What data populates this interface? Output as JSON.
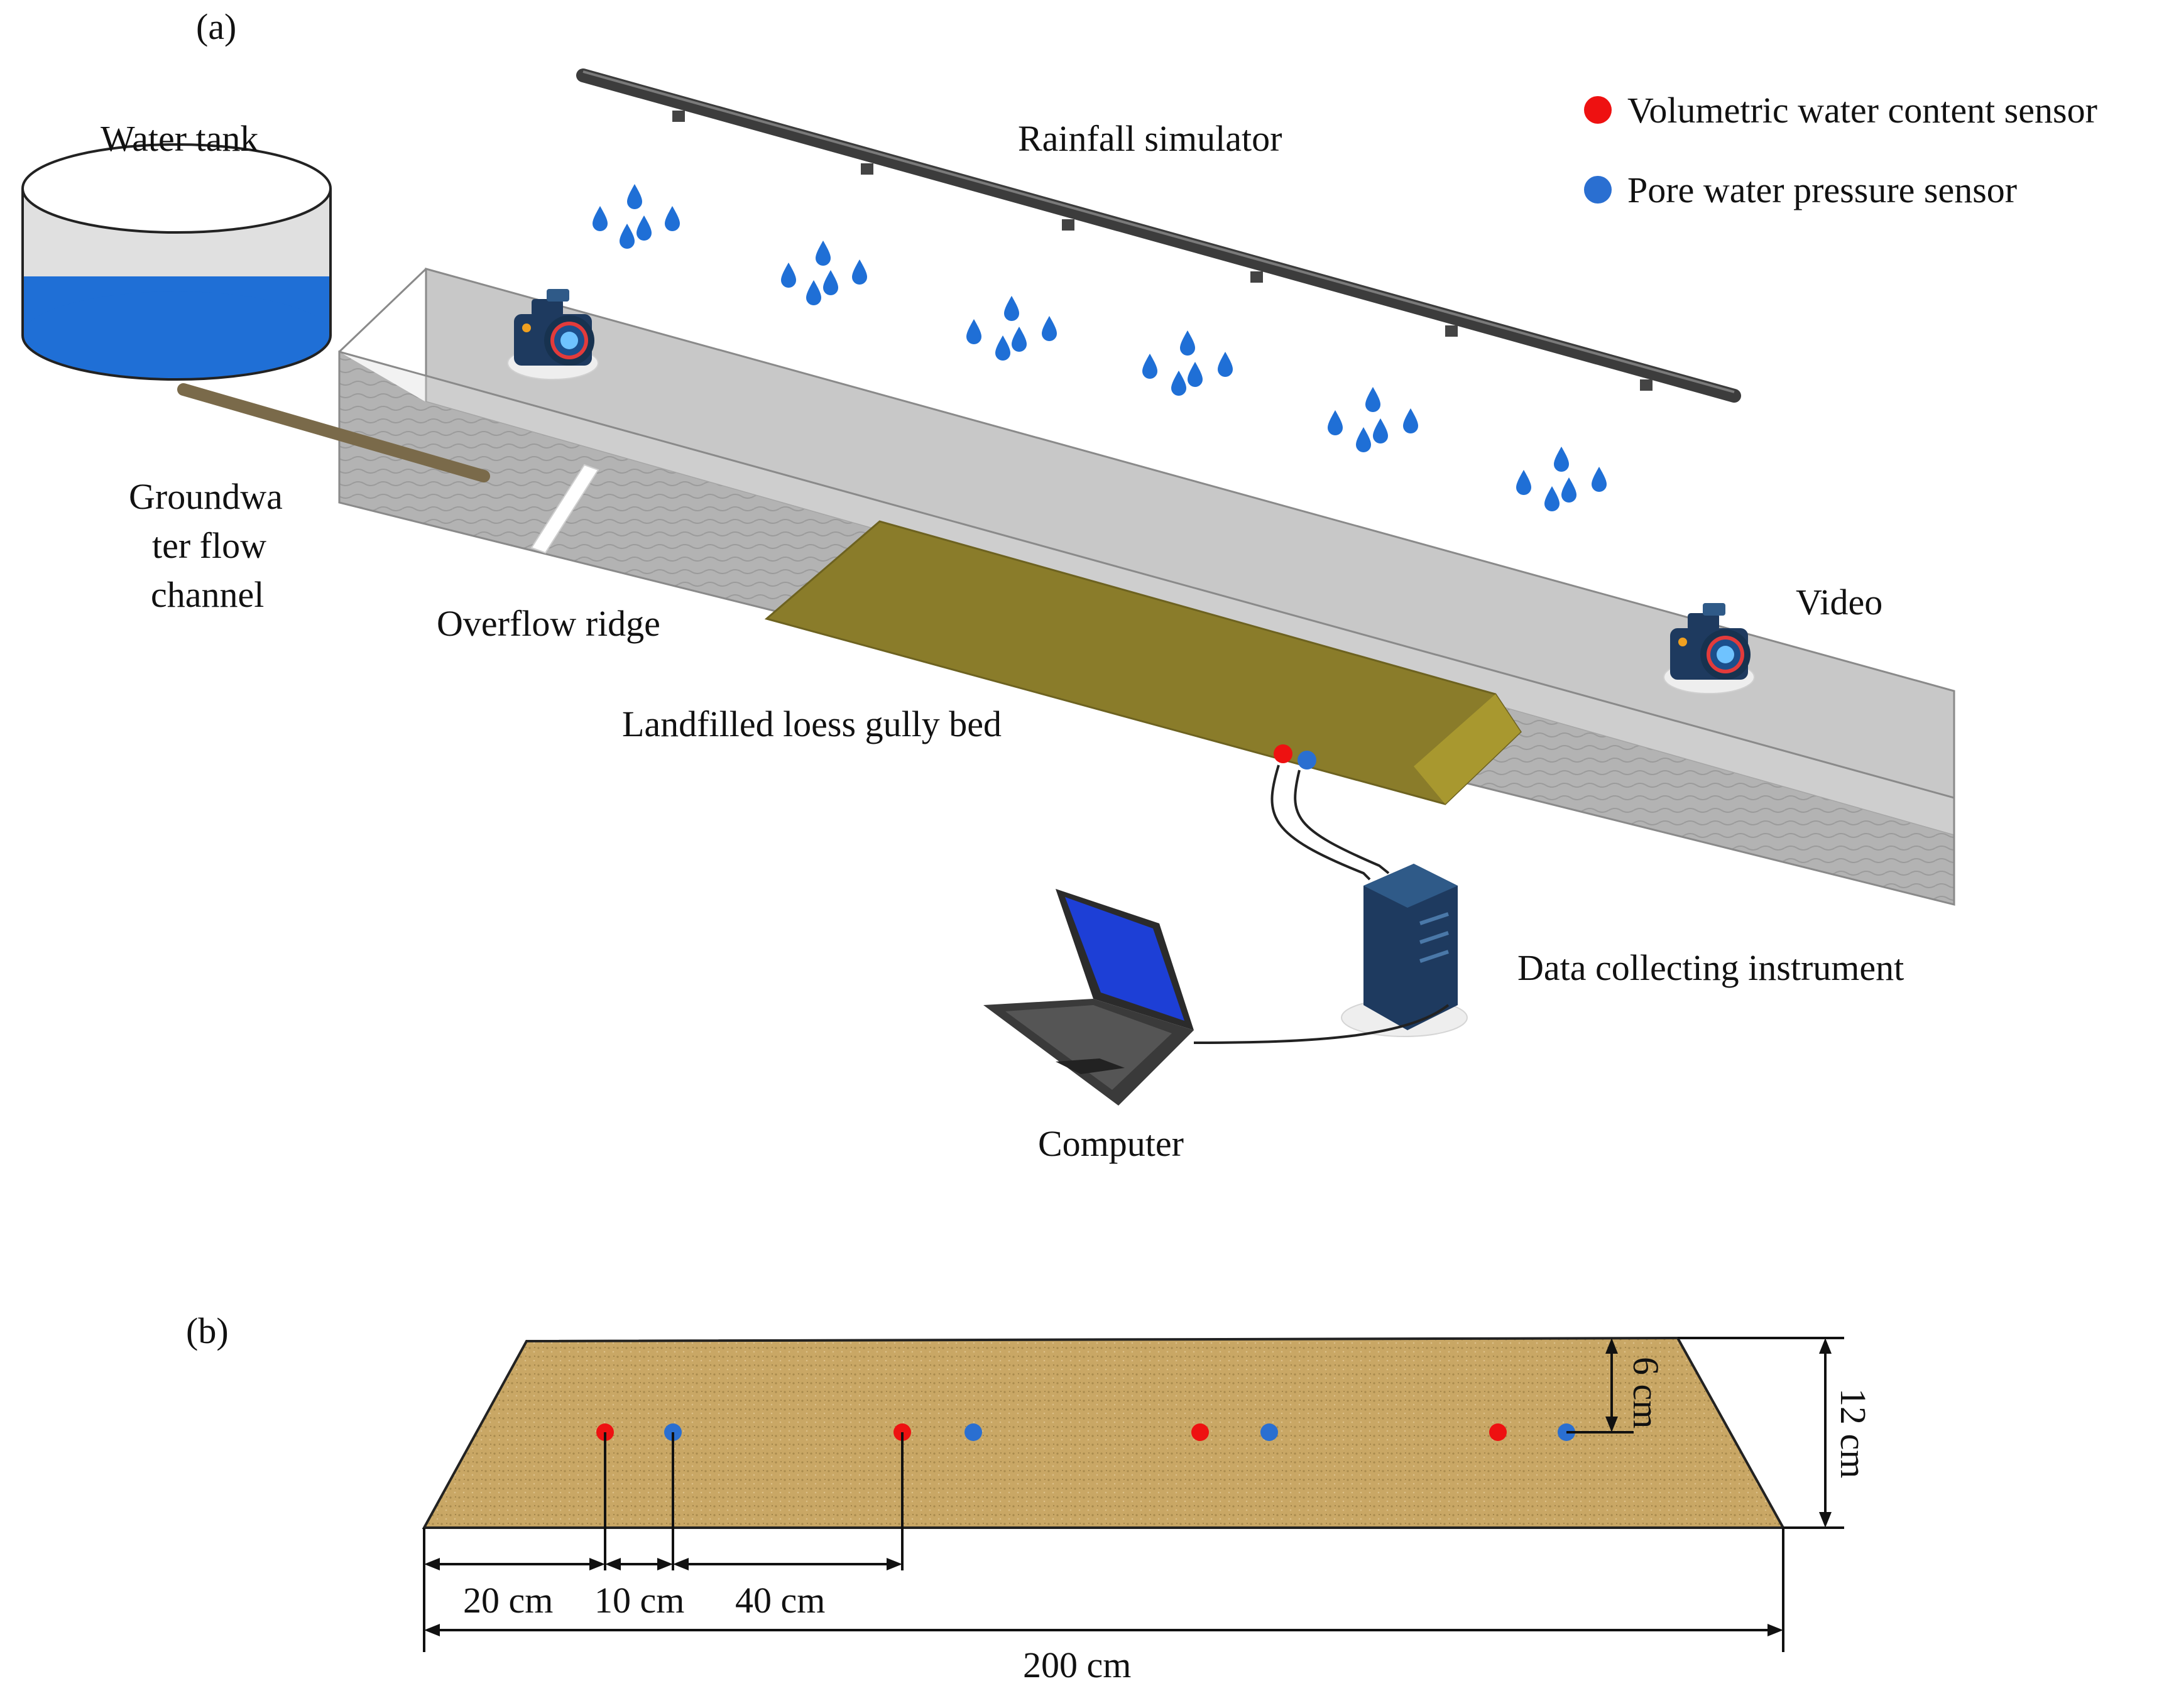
{
  "panel_a": {
    "label": "(a)",
    "water_tank": "Water tank",
    "rainfall_simulator": "Rainfall simulator",
    "groundwater_lines": [
      "Groundwa",
      "ter flow",
      "channel"
    ],
    "overflow_ridge": "Overflow ridge",
    "gully_bed": "Landfilled loess gully bed",
    "video": "Video",
    "data_instrument": "Data collecting instrument",
    "computer": "Computer",
    "legend": [
      {
        "label": "Volumetric water content sensor",
        "color": "#ee1111"
      },
      {
        "label": "Pore water pressure sensor",
        "color": "#2a6fd1"
      }
    ]
  },
  "panel_b": {
    "label": "(b)",
    "dim_20": "20 cm",
    "dim_10": "10 cm",
    "dim_40": "40 cm",
    "dim_200": "200 cm",
    "dim_6": "6 cm",
    "dim_12": "12 cm"
  },
  "colors": {
    "vwc_sensor": "#ee1111",
    "pwp_sensor": "#2a6fd1",
    "water": "#1f6fd6",
    "loess_a": "#8a7c2a",
    "loess_b": "#c9a765",
    "flume": "#bdbdbd"
  },
  "icons": [
    "water-tank-icon",
    "camera-icon",
    "raindrop-icon",
    "laptop-icon",
    "server-icon"
  ]
}
